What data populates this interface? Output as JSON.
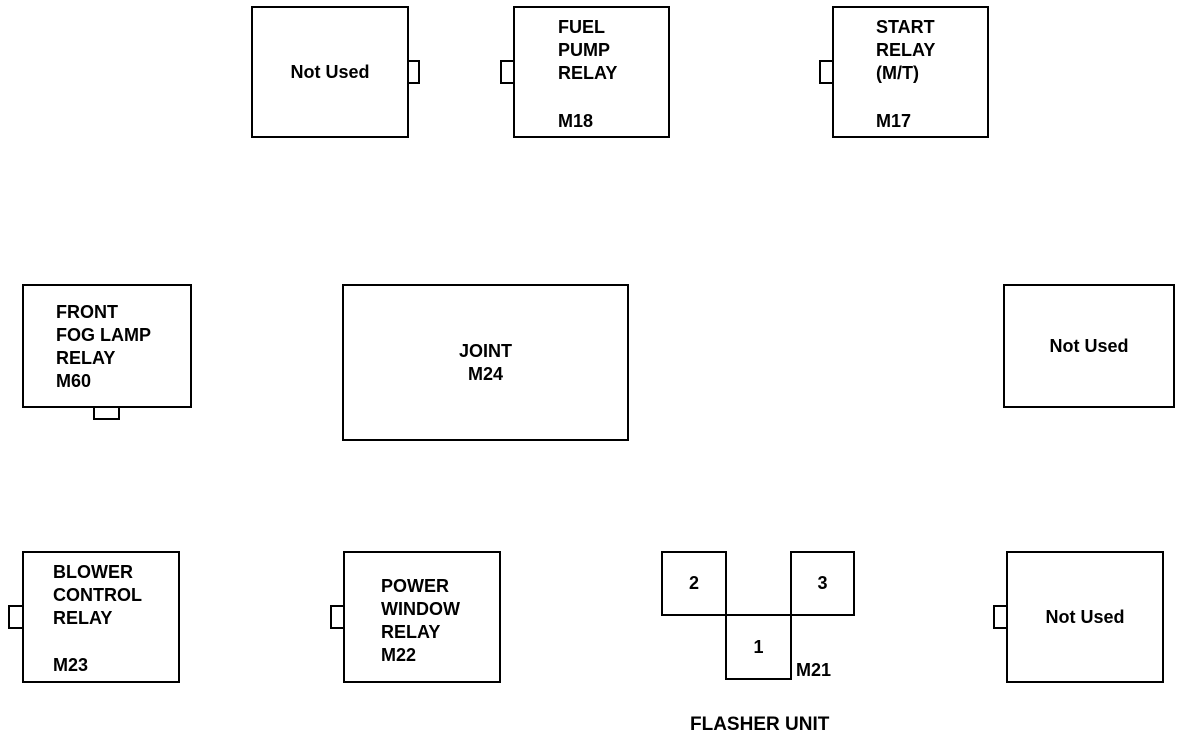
{
  "relays": {
    "top_not_used": {
      "label": "Not Used"
    },
    "fuel_pump": {
      "lines": [
        "FUEL",
        "PUMP",
        "RELAY"
      ],
      "code": "M18"
    },
    "start": {
      "lines": [
        "START",
        "RELAY",
        "(M/T)"
      ],
      "code": "M17"
    },
    "fog_lamp": {
      "lines": [
        "FRONT",
        "FOG LAMP",
        "RELAY",
        "M60"
      ]
    },
    "joint": {
      "lines": [
        "JOINT",
        "M24"
      ]
    },
    "mid_not_used": {
      "label": "Not Used"
    },
    "blower": {
      "lines": [
        "BLOWER",
        "CONTROL",
        "RELAY"
      ],
      "code": "M23"
    },
    "power_window": {
      "lines": [
        "POWER",
        "WINDOW",
        "RELAY",
        "M22"
      ]
    },
    "bottom_not_used": {
      "label": "Not Used"
    }
  },
  "flasher": {
    "terminal_1": "1",
    "terminal_2": "2",
    "terminal_3": "3",
    "code": "M21",
    "title": "FLASHER UNIT"
  }
}
